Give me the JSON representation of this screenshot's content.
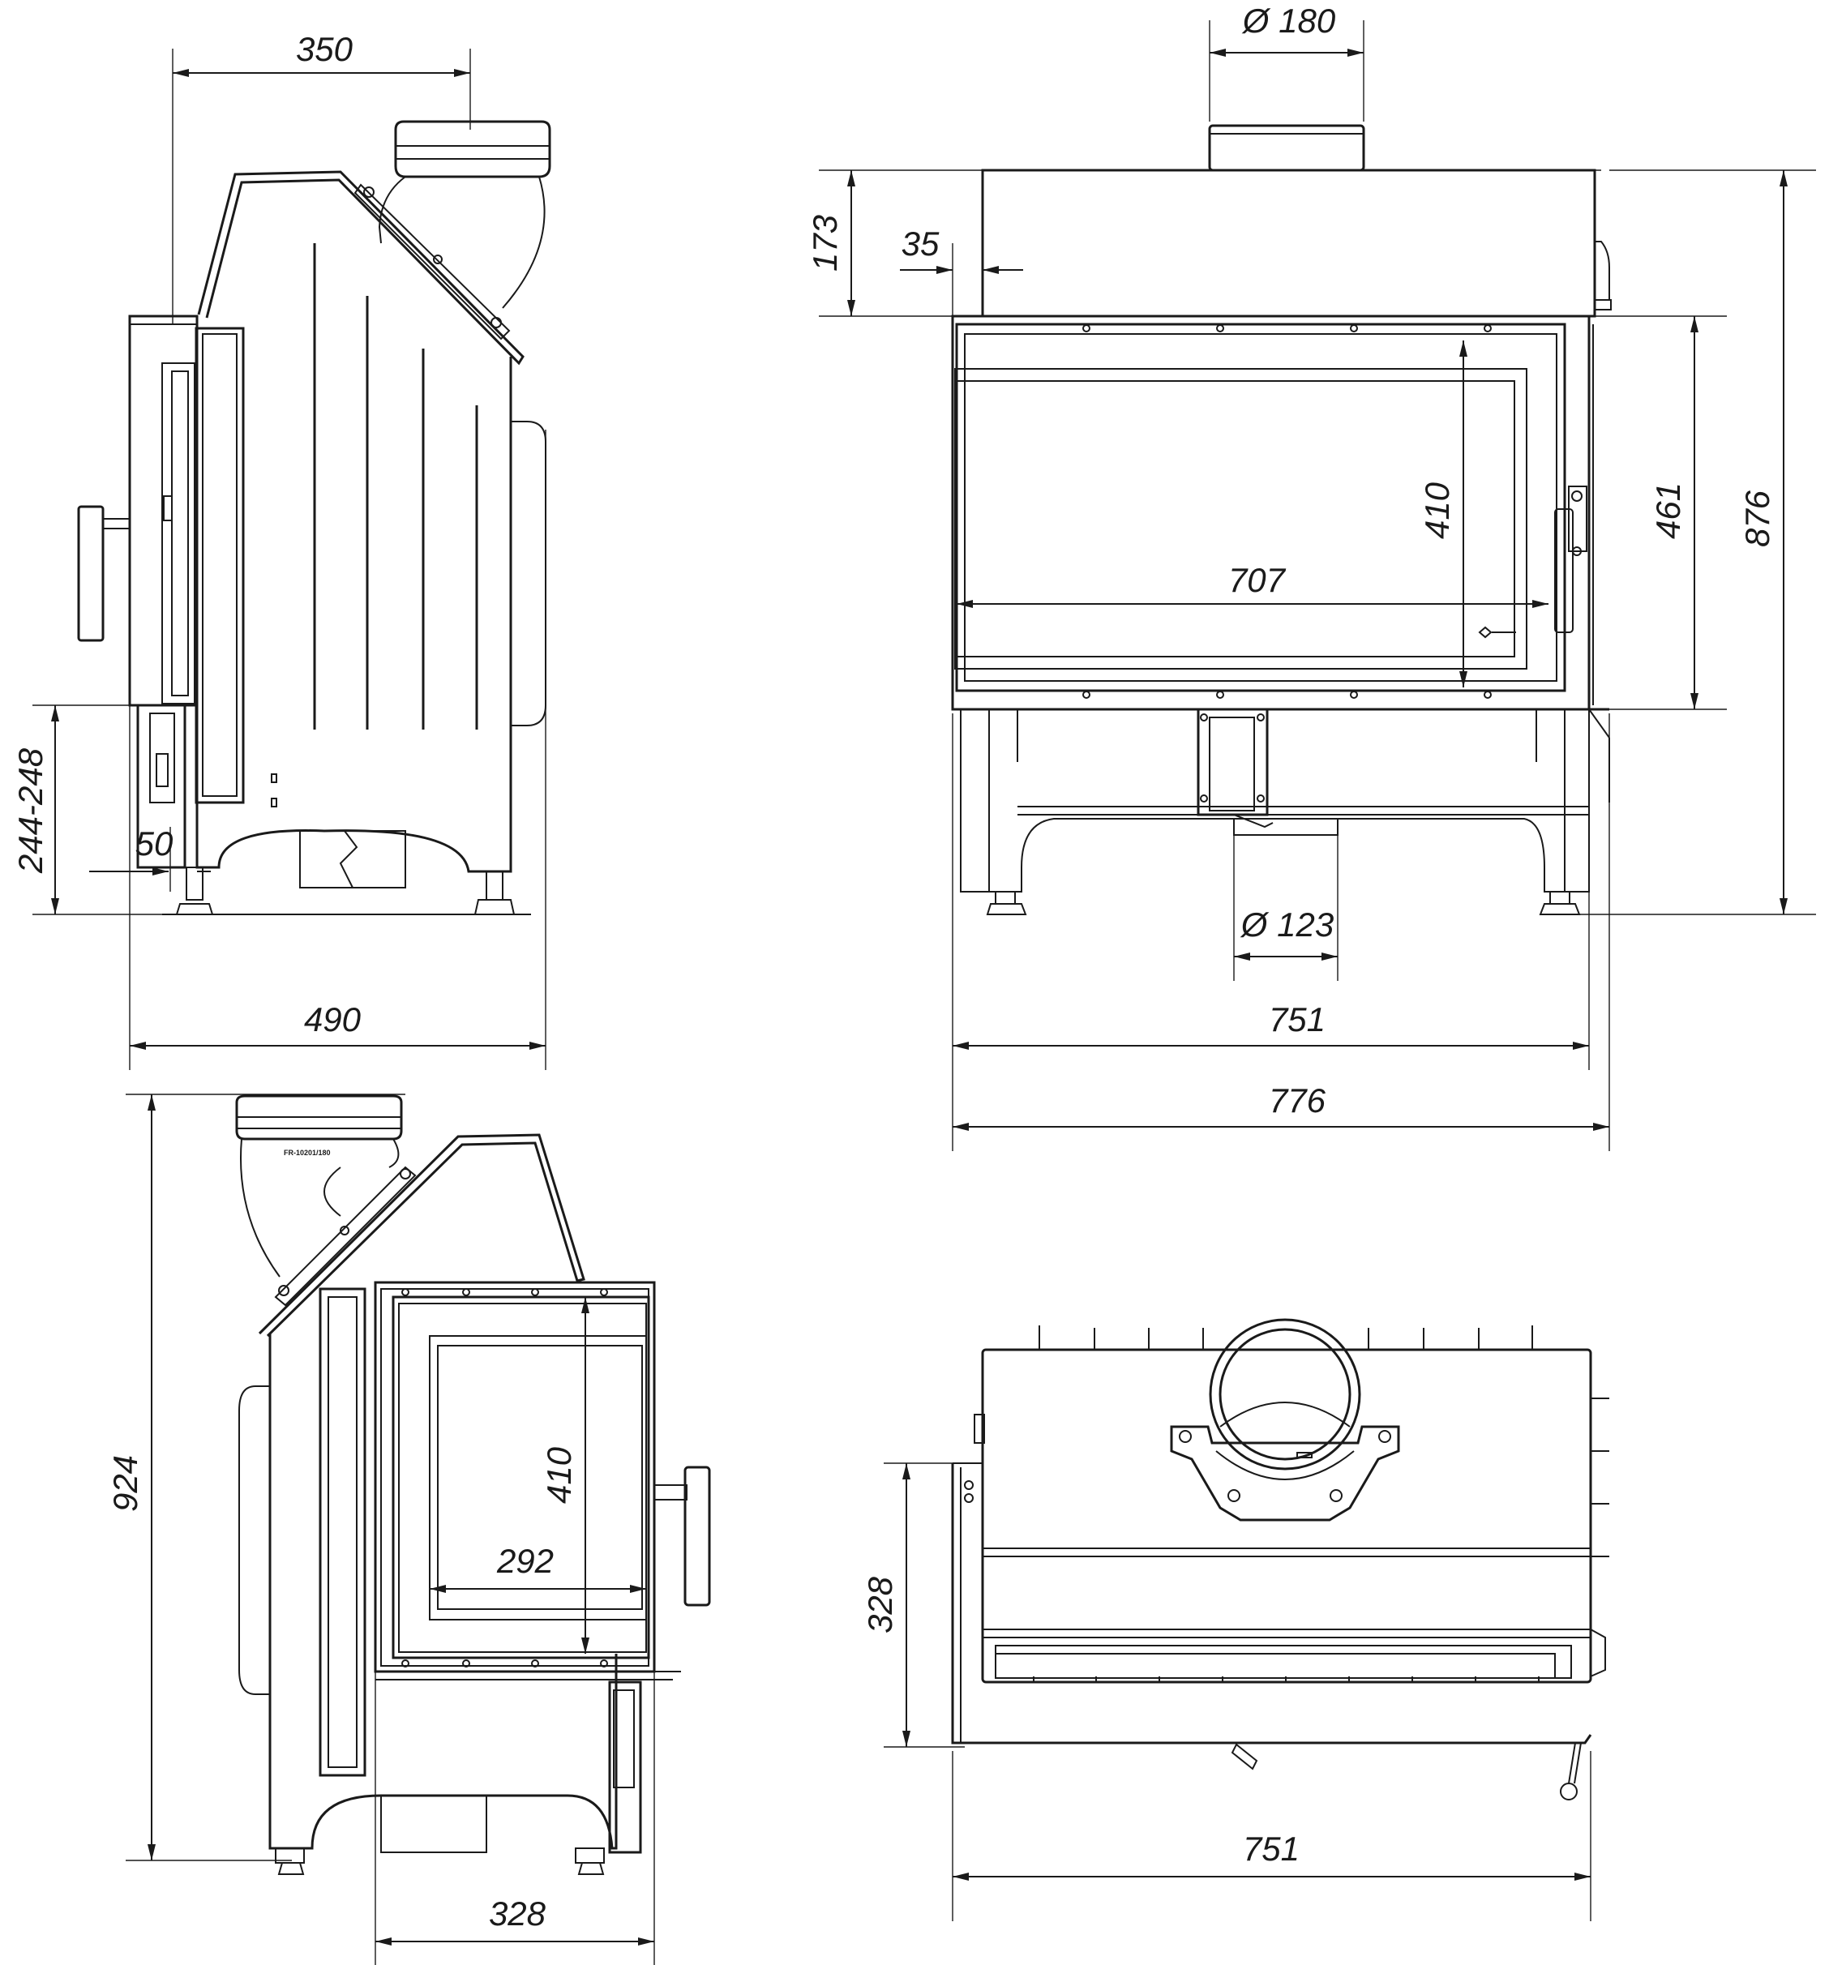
{
  "dimensions": {
    "side_view": {
      "flue_offset": "350",
      "bottom_height": "244-248",
      "leg_offset": "50",
      "depth": "490"
    },
    "front_view": {
      "flue_diameter": "Ø 180",
      "top_height": "173",
      "frame_offset": "35",
      "glass_height": "410",
      "glass_width": "707",
      "door_height": "461",
      "total_height": "876",
      "air_inlet_diameter": "Ø 123",
      "body_width": "751",
      "total_width": "776"
    },
    "side_door_view": {
      "total_height": "924",
      "glass_height": "410",
      "glass_width": "292",
      "depth": "328"
    },
    "top_view": {
      "depth": "328",
      "width": "751"
    }
  },
  "labels": {
    "flue_marking": "FR-10201/180"
  }
}
